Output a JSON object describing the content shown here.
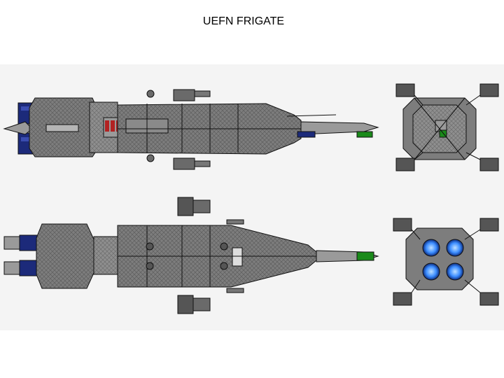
{
  "title": "UEFN FRIGATE",
  "colors": {
    "hull": "#7a7a7a",
    "hull_light": "#9a9a9a",
    "hull_dark": "#555555",
    "outline": "#111111",
    "engine_blue": "#1c2a7a",
    "accent_green": "#1a8a1a",
    "accent_red": "#b22222",
    "glow_blue": "#3a8cff",
    "backdrop": "#f4f4f4"
  },
  "views": [
    {
      "name": "top-view",
      "icon": "ship-top-icon"
    },
    {
      "name": "bottom-view",
      "icon": "ship-bottom-icon"
    },
    {
      "name": "front-view",
      "icon": "ship-front-icon"
    },
    {
      "name": "rear-view",
      "icon": "ship-rear-icon"
    }
  ]
}
